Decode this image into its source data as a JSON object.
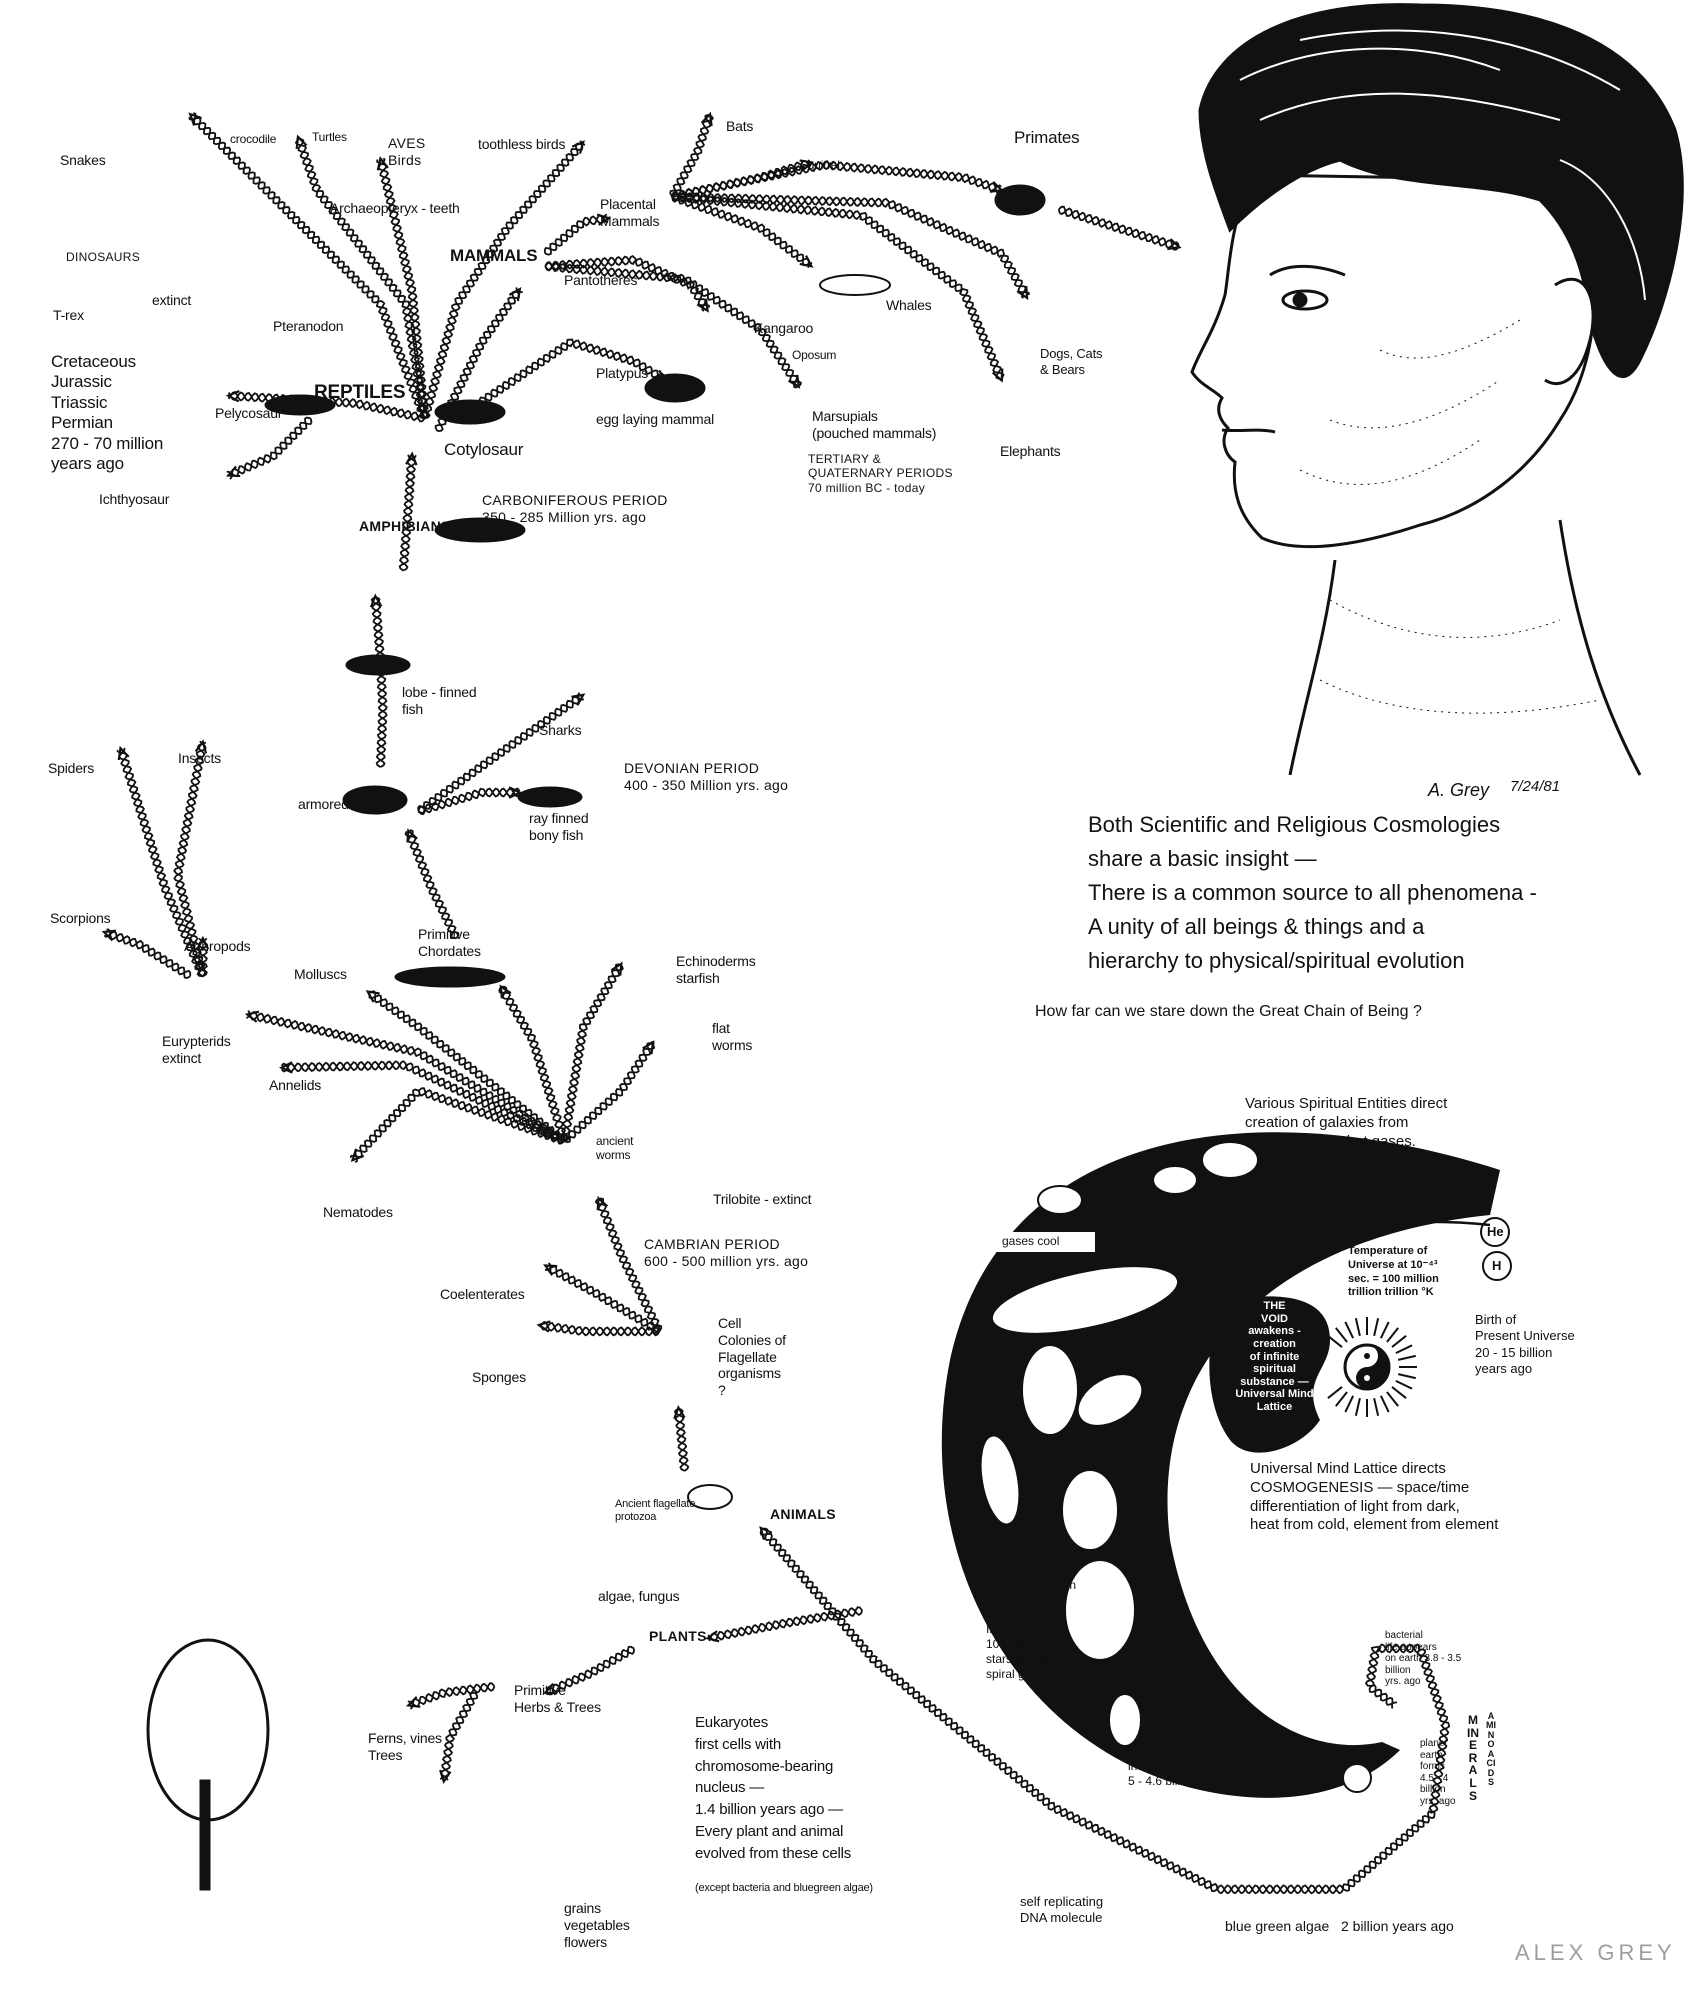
{
  "top_tree": {
    "snakes": "Snakes",
    "crocodile": "crocodile",
    "turtles": "Turtles",
    "aves": "AVES\nBirds",
    "toothless_birds": "toothless birds",
    "bats": "Bats",
    "squirrel": "Squirrel",
    "primates": "Primates",
    "archaeopteryx": "Archaeopteryx - teeth",
    "placental": "Placental\nMammals",
    "mammals": "MAMMALS",
    "pantotheres": "Pantotheres",
    "dinosaurs": "DINOSAURS",
    "trex": "T-rex",
    "extinct": "extinct",
    "pteranodon": "Pteranodon",
    "kangaroo": "Kangaroo",
    "oposum": "Oposum",
    "whales": "Whales",
    "dogs": "Dogs, Cats\n& Bears",
    "periods_mesozoic": "Cretaceous\nJurassic\nTriassic\nPermian\n270 - 70 million\nyears ago",
    "pelycosaur": "Pelycosaur",
    "reptiles": "REPTILES",
    "platypus": "Platypus",
    "egg_laying": "egg laying mammal",
    "marsupials": "Marsupials\n(pouched mammals)",
    "elephants": "Elephants",
    "cotylosaur": "Cotylosaur",
    "ichthyosaur": "Ichthyosaur",
    "tertiary": "TERTIARY &\nQUATERNARY PERIODS\n70 million BC - today",
    "carboniferous": "CARBONIFEROUS PERIOD\n350 - 285 Million yrs. ago",
    "amphibians": "AMPHIBIANS"
  },
  "middle_tree": {
    "lobe_finned": "lobe - finned\nfish",
    "sharks": "Sharks",
    "spiders": "Spiders",
    "insects": "Insects",
    "devonian": "DEVONIAN PERIOD\n400 - 350 Million yrs. ago",
    "armored_fish": "armored fish",
    "ray_finned": "ray finned\nbony fish",
    "scorpions": "Scorpions",
    "arthropods": "Arthropods",
    "molluscs": "Molluscs",
    "chordates": "Primitive\nChordates",
    "echinoderms": "Echinoderms\nstarfish",
    "eurypterids": "Eurypterids\nextinct",
    "flatworms": "flat\nworms",
    "annelids": "Annelids",
    "ancient_worms": "ancient\nworms",
    "nematodes": "Nematodes",
    "trilobite": "Trilobite - extinct",
    "cambrian": "CAMBRIAN PERIOD\n600 - 500 million yrs. ago",
    "coelenterates": "Coelenterates",
    "cell_colonies": "Cell\nColonies of\nFlagellate\norganisms\n?",
    "sponges": "Sponges",
    "protozoa": "Ancient flagellate\nprotozoa",
    "animals": "ANIMALS"
  },
  "plants": {
    "algae_fungus": "algae, fungus",
    "plants": "PLANTS",
    "herbs_trees": "Primitive\nHerbs & Trees",
    "ferns": "Ferns, vines\nTrees",
    "grains": "grains\nvegetables\nflowers",
    "eukaryotes": "Eukaryotes\nfirst cells with\nchromosome-bearing\nnucleus —\n1.4 billion years ago —\nEvery plant and animal\nevolved from these cells",
    "eukaryotes_note": "(except bacteria and bluegreen algae)"
  },
  "statement": {
    "signature": "A. Grey",
    "date": "7/24/81",
    "text": "Both Scientific and Religious Cosmologies\nshare a basic insight —\nThere is a common source to all phenomena -\nA unity of all beings & things and a\nhierarchy to physical/spiritual evolution",
    "question": "How far can we stare down the Great Chain of Being ?"
  },
  "cosmology": {
    "spiritual_entities": "Various Spiritual Entities direct\ncreation of galaxies from\nclouds of superhot gases.",
    "gases_cool": "gases cool",
    "he": "He",
    "h": "H",
    "temperature": "Temperature of\nUniverse at 10⁻⁴³\nsec. = 100 million\ntrillion trillion °K",
    "birth": "Birth of\nPresent Universe\n20 - 15 billion\nyears ago",
    "void": "THE\nVOID\nawakens -\ncreation\nof infinite\nspiritual\nsubstance —\nUniversal Mind\nLattice",
    "cosmogenesis": "Universal Mind Lattice directs\nCOSMOGENESIS — space/time\ndifferentiation of light from dark,\nheat from cold, element from element",
    "further_formation": "Further formation\nof elements &",
    "stars": "Individual Stars\n100 billion\nstars in avg.\nspiral galaxies",
    "bacterial": "bacterial\nlife appears\non earth 3.8 - 3.5\nbillion\nyrs. ago",
    "sun": "our sun goes\ninto main sequence\n5 - 4.6 billion years ago",
    "earth": "planet\nearth\nforms\n4.5 - 4\nbillion\nyrs. ago",
    "minerals": "MINERALS",
    "amino": "AMINO ACIDS",
    "dna": "self replicating\nDNA molecule",
    "algae": "blue green algae   2 billion years ago"
  },
  "watermark": "ALEX GREY"
}
